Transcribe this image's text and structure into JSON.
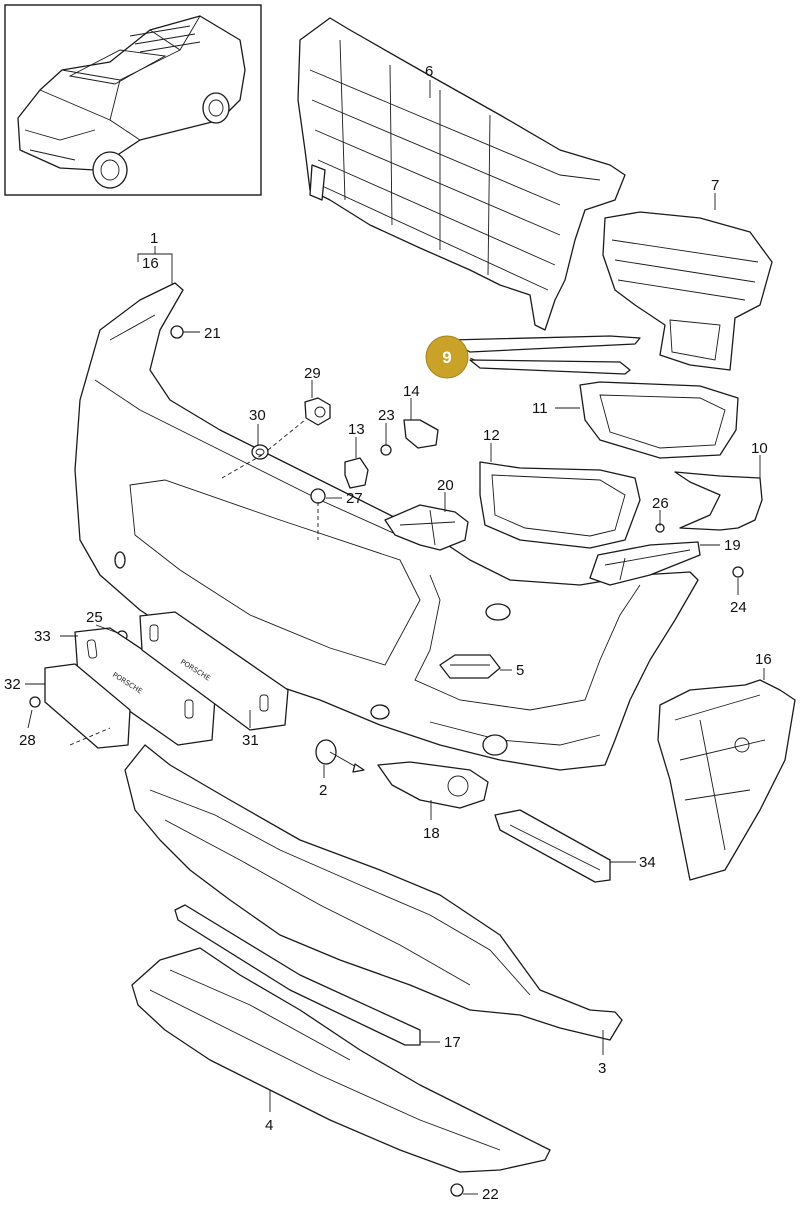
{
  "callouts": [
    {
      "id": "c1",
      "label": "1"
    },
    {
      "id": "c16a",
      "label": "16"
    },
    {
      "id": "c21",
      "label": "21"
    },
    {
      "id": "c6",
      "label": "6"
    },
    {
      "id": "c7",
      "label": "7"
    },
    {
      "id": "c9",
      "label": "9"
    },
    {
      "id": "c29",
      "label": "29"
    },
    {
      "id": "c30",
      "label": "30"
    },
    {
      "id": "c14",
      "label": "14"
    },
    {
      "id": "c23",
      "label": "23"
    },
    {
      "id": "c13",
      "label": "13"
    },
    {
      "id": "c11",
      "label": "11"
    },
    {
      "id": "c12",
      "label": "12"
    },
    {
      "id": "c10",
      "label": "10"
    },
    {
      "id": "c27",
      "label": "27"
    },
    {
      "id": "c20",
      "label": "20"
    },
    {
      "id": "c26",
      "label": "26"
    },
    {
      "id": "c19",
      "label": "19"
    },
    {
      "id": "c24",
      "label": "24"
    },
    {
      "id": "c25",
      "label": "25"
    },
    {
      "id": "c33",
      "label": "33"
    },
    {
      "id": "c5",
      "label": "5"
    },
    {
      "id": "c16b",
      "label": "16"
    },
    {
      "id": "c32",
      "label": "32"
    },
    {
      "id": "c28",
      "label": "28"
    },
    {
      "id": "c31",
      "label": "31"
    },
    {
      "id": "c2",
      "label": "2"
    },
    {
      "id": "c18",
      "label": "18"
    },
    {
      "id": "c34",
      "label": "34"
    },
    {
      "id": "c17",
      "label": "17"
    },
    {
      "id": "c3",
      "label": "3"
    },
    {
      "id": "c4",
      "label": "4"
    },
    {
      "id": "c22",
      "label": "22"
    }
  ],
  "highlight": {
    "label": "9",
    "color": "#c9a227"
  },
  "colors": {
    "line": "#1a1a1a",
    "background": "#ffffff"
  },
  "plate_text": "PORSCHE"
}
